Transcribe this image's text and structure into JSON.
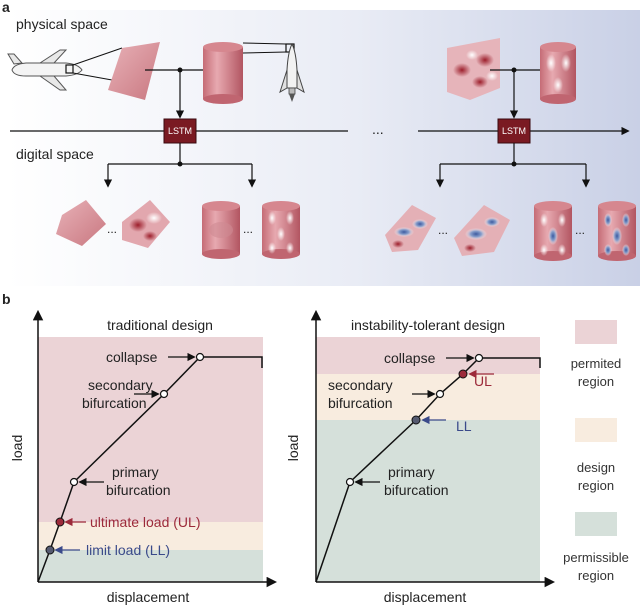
{
  "panel_a": {
    "letter": "a",
    "physical_space": "physical space",
    "digital_space": "digital space",
    "lstm_label": "LSTM",
    "ellipsis": "...",
    "ellipsis_small": "..."
  },
  "panel_b": {
    "letter": "b",
    "left": {
      "title": "traditional design",
      "xlabel": "displacement",
      "ylabel": "load",
      "labels": {
        "collapse": "collapse",
        "secondary_1": "secondary",
        "secondary_2": "bifurcation",
        "primary_1": "primary",
        "primary_2": "bifurcation",
        "ultimate": "ultimate load (UL)",
        "limit": "limit load (LL)"
      }
    },
    "right": {
      "title": "instability-tolerant design",
      "xlabel": "displacement",
      "ylabel": "load",
      "labels": {
        "collapse": "collapse",
        "secondary_1": "secondary",
        "secondary_2": "bifurcation",
        "primary_1": "primary",
        "primary_2": "bifurcation",
        "ul": "UL",
        "ll": "LL"
      }
    },
    "legend": {
      "permited_1": "permited",
      "permited_2": "region",
      "design_1": "design",
      "design_2": "region",
      "permissible_1": "permissible",
      "permissible_2": "region"
    }
  },
  "colors": {
    "permitted": "#ebd3d6",
    "design": "#f8ecdf",
    "permissible": "#d5e0da",
    "lstm": "#7a1a22",
    "ul_marker": "#9c2a3a",
    "ll_marker": "#3a4a8a"
  }
}
